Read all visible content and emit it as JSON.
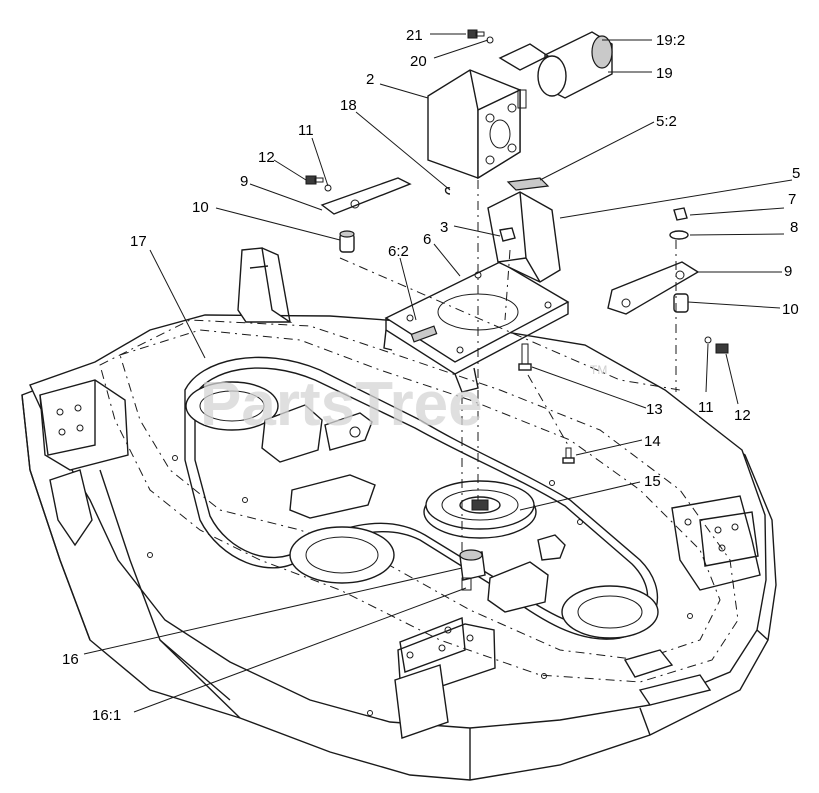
{
  "watermark": {
    "text": "PartsTree",
    "trademark": "TM"
  },
  "callouts": [
    {
      "id": "21",
      "label": "21"
    },
    {
      "id": "20",
      "label": "20"
    },
    {
      "id": "19-2",
      "label": "19:2"
    },
    {
      "id": "19",
      "label": "19"
    },
    {
      "id": "2",
      "label": "2"
    },
    {
      "id": "18",
      "label": "18"
    },
    {
      "id": "5-2",
      "label": "5:2"
    },
    {
      "id": "11a",
      "label": "11"
    },
    {
      "id": "12a",
      "label": "12"
    },
    {
      "id": "9a",
      "label": "9"
    },
    {
      "id": "5",
      "label": "5"
    },
    {
      "id": "7",
      "label": "7"
    },
    {
      "id": "10a",
      "label": "10"
    },
    {
      "id": "3",
      "label": "3"
    },
    {
      "id": "8",
      "label": "8"
    },
    {
      "id": "6",
      "label": "6"
    },
    {
      "id": "6-2",
      "label": "6:2"
    },
    {
      "id": "17",
      "label": "17"
    },
    {
      "id": "9b",
      "label": "9"
    },
    {
      "id": "10b",
      "label": "10"
    },
    {
      "id": "13",
      "label": "13"
    },
    {
      "id": "11b",
      "label": "11"
    },
    {
      "id": "12b",
      "label": "12"
    },
    {
      "id": "14",
      "label": "14"
    },
    {
      "id": "15",
      "label": "15"
    },
    {
      "id": "16",
      "label": "16"
    },
    {
      "id": "16-1",
      "label": "16:1"
    }
  ]
}
